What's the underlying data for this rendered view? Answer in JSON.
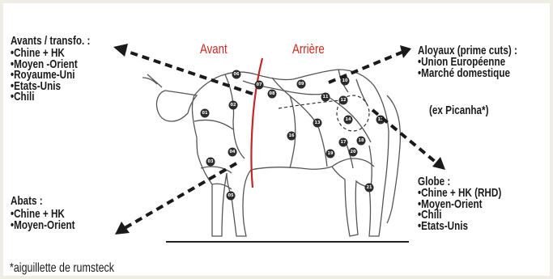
{
  "regions": {
    "avants": {
      "title": "Avants / transfo. :",
      "items": [
        "Chine + HK",
        "Moyen -Orient",
        "Royaume-Uni",
        "Etats-Unis",
        "Chili"
      ]
    },
    "abats": {
      "title": "Abats :",
      "items": [
        "Chine + HK",
        "Moyen-Orient"
      ]
    },
    "aloyaux": {
      "title": "Aloyaux (prime cuts) :",
      "items": [
        "Union Européenne",
        "Marché domestique"
      ],
      "note": "(ex Picanha*)"
    },
    "globe": {
      "title": "Globe :",
      "items": [
        "Chine + HK (RHD)",
        "Moyen-Orient",
        "Chili",
        "Etats-Unis"
      ]
    }
  },
  "labels": {
    "avant": "Avant",
    "arriere": "Arrière"
  },
  "footnote": "*aiguillette de rumsteck",
  "cut_numbers": [
    "01",
    "02",
    "03",
    "04",
    "05",
    "06",
    "07",
    "08",
    "09",
    "10",
    "11",
    "12",
    "13",
    "14",
    "15",
    "16",
    "17",
    "18",
    "19",
    "20",
    "21"
  ],
  "colors": {
    "accent_red": "#cc2a1e",
    "text": "#1a1a1a",
    "frame": "#f0ede4"
  }
}
